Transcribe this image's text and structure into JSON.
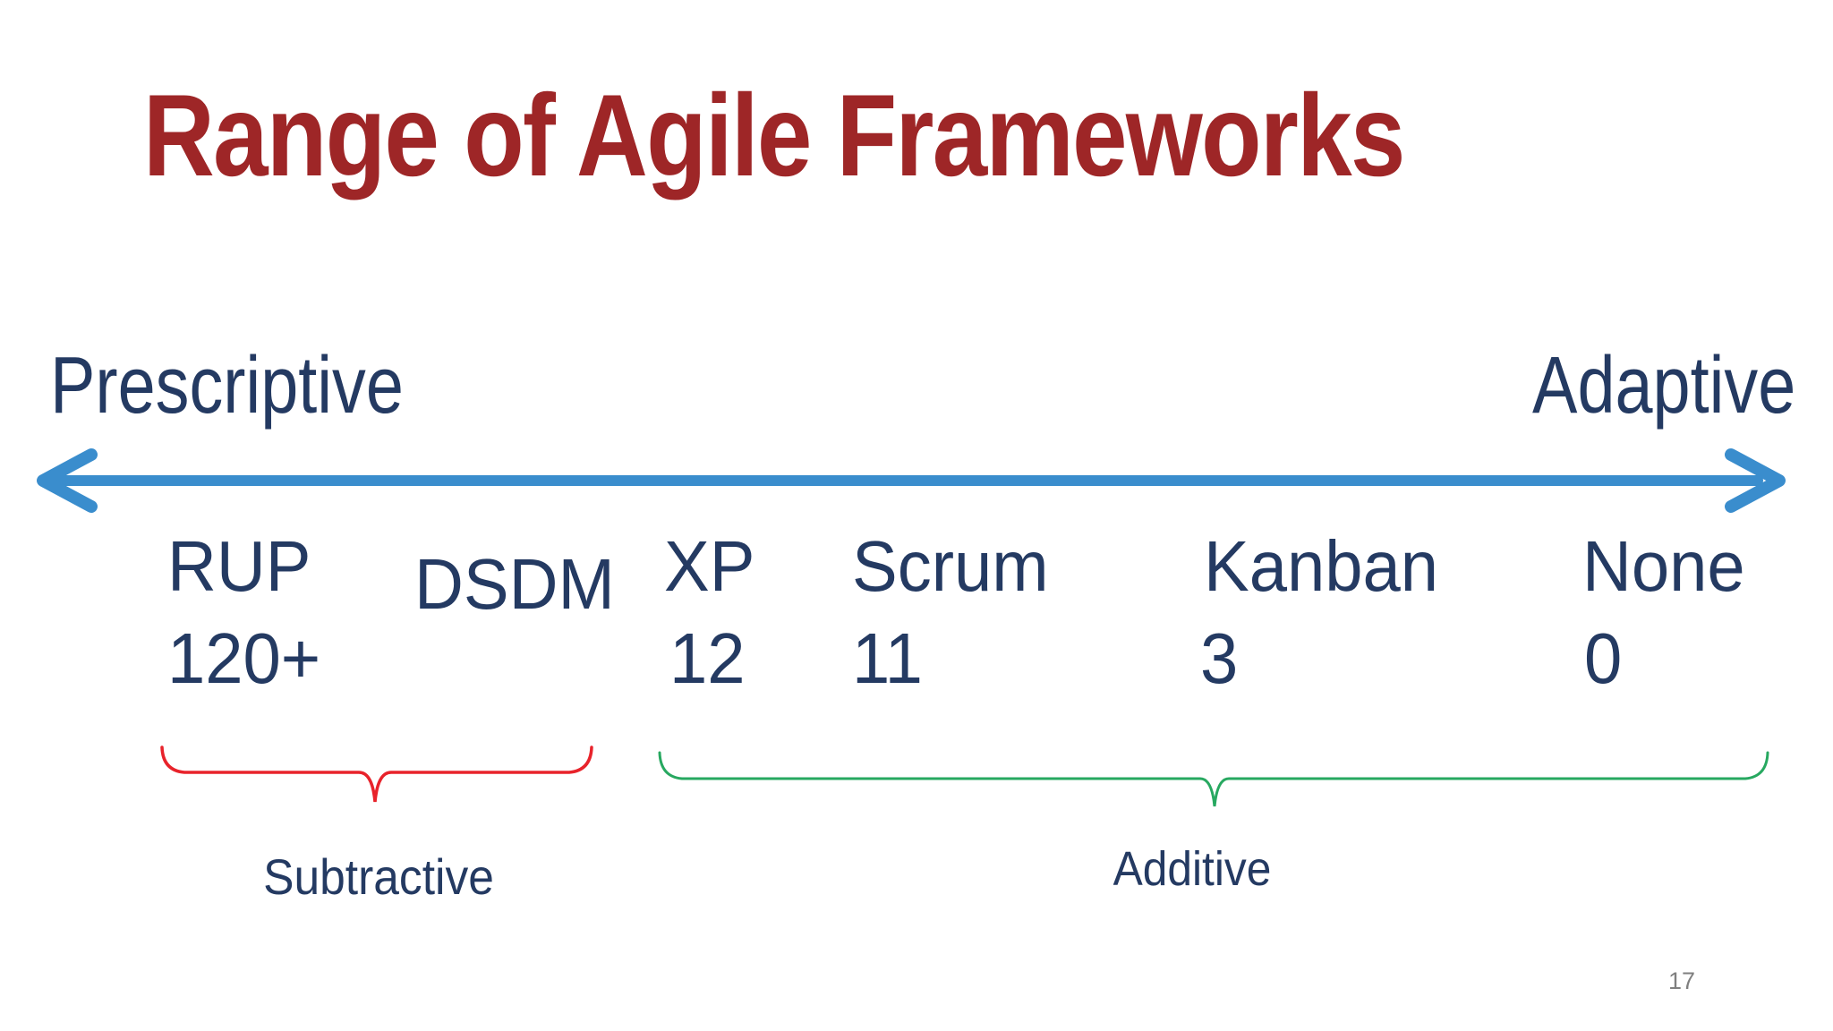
{
  "slide": {
    "title": "Range of Agile Frameworks",
    "page_number": "17"
  },
  "spectrum": {
    "left_label": "Prescriptive",
    "right_label": "Adaptive",
    "arrow_color": "#3A8DCD"
  },
  "frameworks": [
    {
      "name": "RUP",
      "count": "120+"
    },
    {
      "name": "DSDM",
      "count": ""
    },
    {
      "name": "XP",
      "count": "12"
    },
    {
      "name": "Scrum",
      "count": "11"
    },
    {
      "name": "Kanban",
      "count": "3"
    },
    {
      "name": "None",
      "count": "0"
    }
  ],
  "groups": [
    {
      "label": "Subtractive",
      "brace_color": "#E8232B"
    },
    {
      "label": "Additive",
      "brace_color": "#27A860"
    }
  ],
  "colors": {
    "title": "#9E2627",
    "body_text": "#243A62",
    "page_number": "#7F7F7F",
    "background": "#FFFFFF"
  }
}
